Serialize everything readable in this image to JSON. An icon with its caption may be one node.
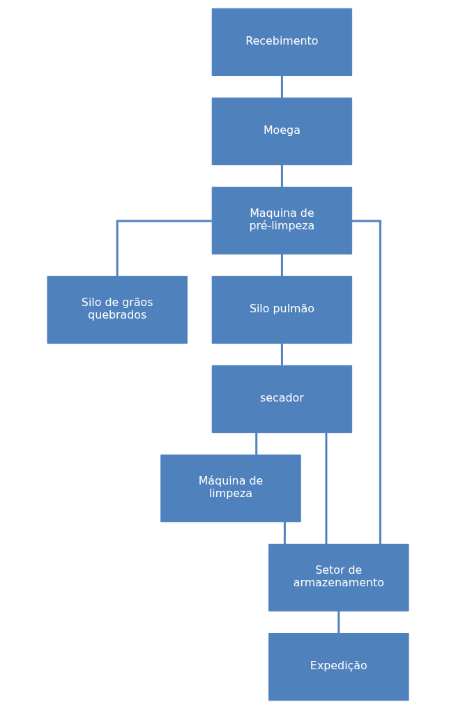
{
  "diagram": {
    "nodes": [
      {
        "text": [
          "Recebimento"
        ]
      },
      {
        "text": [
          "Moega"
        ]
      },
      {
        "text": [
          "Maquina de pré-limpeza"
        ]
      },
      {
        "text": [
          "Silo de grãos quebrados"
        ]
      },
      {
        "text": [
          "Silo pulmão"
        ]
      },
      {
        "text": [
          "secador"
        ]
      },
      {
        "text": [
          "Máquina de limpeza"
        ]
      },
      {
        "text": [
          "Setor de armazenamento"
        ]
      },
      {
        "text": [
          "Expedição"
        ]
      }
    ],
    "edges": [
      {
        "from": 0,
        "to": 1,
        "arrow": "none"
      },
      {
        "from": 1,
        "to": 2,
        "arrow": "none"
      },
      {
        "from": 2,
        "to": 3,
        "arrow": "none"
      },
      {
        "from": 2,
        "to": 4,
        "arrow": "none"
      },
      {
        "from": 4,
        "to": 5,
        "arrow": "none"
      },
      {
        "from": 5,
        "to": 6,
        "arrow": "none"
      },
      {
        "from": 5,
        "to": 7,
        "arrow": "none"
      },
      {
        "from": 6,
        "to": 7,
        "arrow": "none"
      },
      {
        "from": 2,
        "to": 7,
        "arrow": "none"
      },
      {
        "from": 7,
        "to": 8,
        "arrow": "none"
      }
    ]
  }
}
